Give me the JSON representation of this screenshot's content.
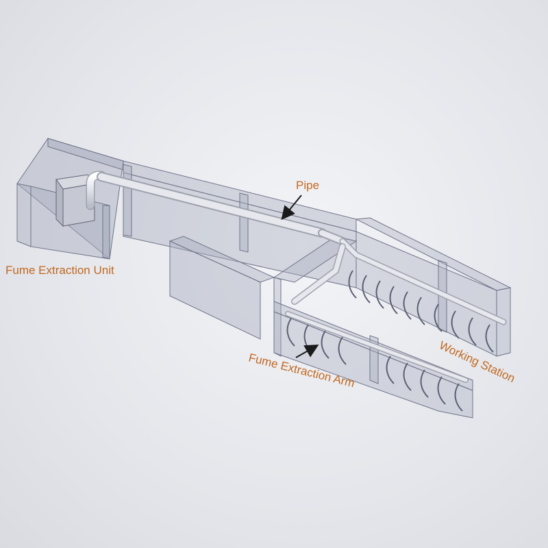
{
  "labels": {
    "pipe": "Pipe",
    "fume_extraction_unit": "Fume Extraction Unit",
    "fume_extraction_arm": "Fume Extraction Arm",
    "working_station": "Working Station"
  },
  "colors": {
    "label": "#c2681f",
    "panel_fill": "#a9adbf",
    "panel_stroke": "#6e7387",
    "pipe": "#e3e5ea",
    "arrow": "#1a1a1a"
  }
}
